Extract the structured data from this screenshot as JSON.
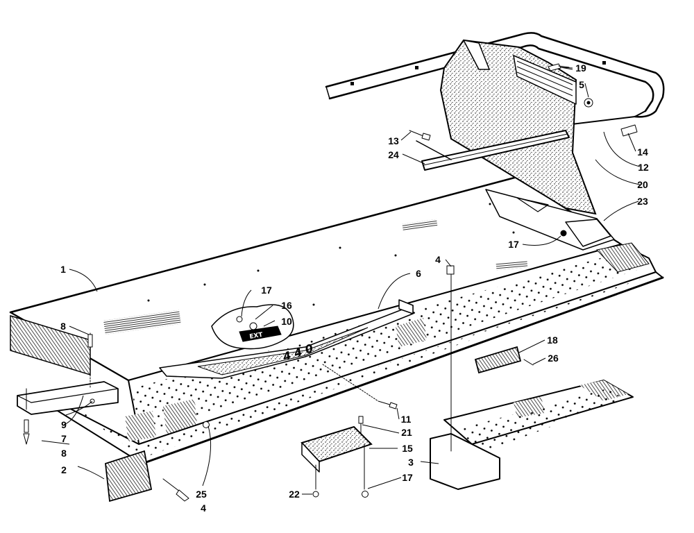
{
  "diagram": {
    "callouts": [
      {
        "id": "c1",
        "text": "1"
      },
      {
        "id": "c2",
        "text": "2"
      },
      {
        "id": "c3",
        "text": "3"
      },
      {
        "id": "c4a",
        "text": "4"
      },
      {
        "id": "c4b",
        "text": "4"
      },
      {
        "id": "c5",
        "text": "5"
      },
      {
        "id": "c6",
        "text": "6"
      },
      {
        "id": "c7",
        "text": "7"
      },
      {
        "id": "c8a",
        "text": "8"
      },
      {
        "id": "c8b",
        "text": "8"
      },
      {
        "id": "c9",
        "text": "9"
      },
      {
        "id": "c10",
        "text": "10"
      },
      {
        "id": "c11",
        "text": "11"
      },
      {
        "id": "c12",
        "text": "12"
      },
      {
        "id": "c13",
        "text": "13"
      },
      {
        "id": "c14",
        "text": "14"
      },
      {
        "id": "c15",
        "text": "15"
      },
      {
        "id": "c16",
        "text": "16"
      },
      {
        "id": "c17a",
        "text": "17"
      },
      {
        "id": "c17b",
        "text": "17"
      },
      {
        "id": "c17c",
        "text": "17"
      },
      {
        "id": "c18",
        "text": "18"
      },
      {
        "id": "c19",
        "text": "19"
      },
      {
        "id": "c20",
        "text": "20"
      },
      {
        "id": "c21",
        "text": "21"
      },
      {
        "id": "c22",
        "text": "22"
      },
      {
        "id": "c23",
        "text": "23"
      },
      {
        "id": "c24",
        "text": "24"
      },
      {
        "id": "c25",
        "text": "25"
      },
      {
        "id": "c26",
        "text": "26"
      }
    ],
    "decal_text": "4 4 0",
    "logo_text": "EXT"
  }
}
